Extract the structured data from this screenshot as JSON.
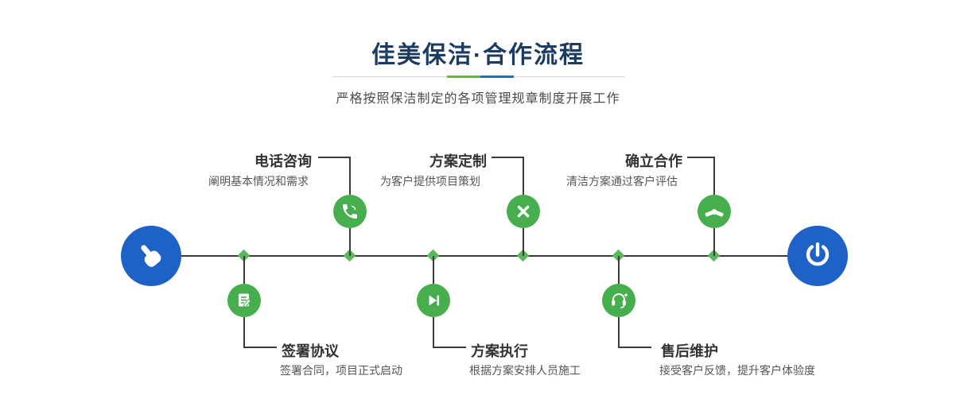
{
  "header": {
    "title": "佳美保洁·合作流程",
    "subtitle": "严格按照保洁制定的各项管理规章制度开展工作"
  },
  "timeline": {
    "start_icon": "pointing-hand-icon",
    "end_icon": "power-icon",
    "top_steps": [
      {
        "title": "电话咨询",
        "desc": "阐明基本情况和需求",
        "icon": "phone-icon"
      },
      {
        "title": "方案定制",
        "desc": "为客户提供项目策划",
        "icon": "pencil-ruler-icon"
      },
      {
        "title": "确立合作",
        "desc": "清洁方案通过客户评估",
        "icon": "handshake-icon"
      }
    ],
    "bottom_steps": [
      {
        "title": "签署协议",
        "desc": "签署合同，项目正式启动",
        "icon": "contract-icon"
      },
      {
        "title": "方案执行",
        "desc": "根据方案安排人员施工",
        "icon": "play-icon"
      },
      {
        "title": "售后维护",
        "desc": "接受客户反馈，提升客户体验度",
        "icon": "headset-icon"
      }
    ]
  },
  "colors": {
    "accent_green": "#47ae4e",
    "diamond_green": "#5cb85c",
    "accent_blue": "#1e62c8",
    "title_navy": "#1b3c60",
    "divider_green": "#6ab04c",
    "divider_blue": "#2d6da8",
    "line": "#3b3b3b"
  }
}
